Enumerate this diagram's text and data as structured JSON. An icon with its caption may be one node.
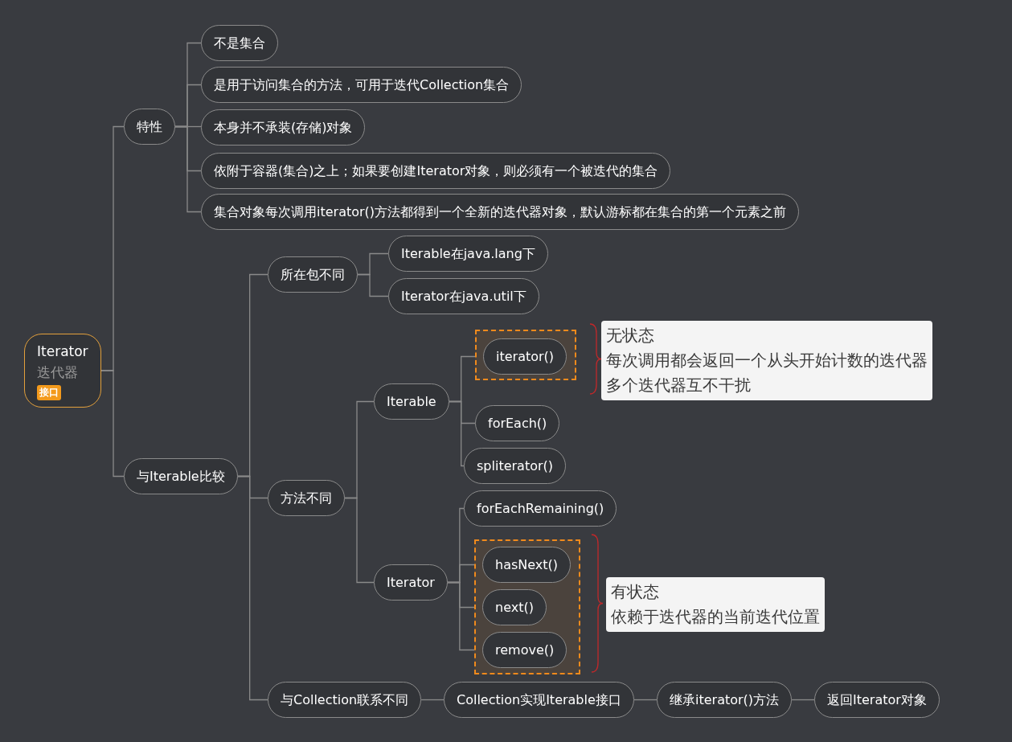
{
  "diagram": {
    "nodes": [
      {
        "text": [
          "Iterator",
          "迭代器",
          "接口"
        ]
      },
      {
        "text": [
          "特性"
        ]
      },
      {
        "text": [
          "不是集合"
        ]
      },
      {
        "text": [
          "是用于访问集合的方法，可用于迭代Collection集合"
        ]
      },
      {
        "text": [
          "本身并不承装(存储)对象"
        ]
      },
      {
        "text": [
          "依附于容器(集合)之上；如果要创建Iterator对象，则必须有一个被迭代的集合"
        ]
      },
      {
        "text": [
          "集合对象每次调用iterator()方法都得到一个全新的迭代器对象，默认游标都在集合的第一个元素之前"
        ]
      },
      {
        "text": [
          "与Iterable比较"
        ]
      },
      {
        "text": [
          "所在包不同"
        ]
      },
      {
        "text": [
          "Iterable在java.lang下"
        ]
      },
      {
        "text": [
          "Iterator在java.util下"
        ]
      },
      {
        "text": [
          "方法不同"
        ]
      },
      {
        "text": [
          "Iterable"
        ]
      },
      {
        "text": [],
        "shape": "box"
      },
      {
        "text": [
          "iterator()"
        ],
        "in": 13
      },
      {
        "text": [
          "forEach()"
        ]
      },
      {
        "text": [
          "spliterator()"
        ]
      },
      {
        "text": [
          "Iterator"
        ]
      },
      {
        "text": [
          "forEachRemaining()"
        ]
      },
      {
        "text": [],
        "shape": "box"
      },
      {
        "text": [
          "hasNext()"
        ],
        "in": 19
      },
      {
        "text": [
          "next()"
        ],
        "in": 19
      },
      {
        "text": [
          "remove()"
        ],
        "in": 19
      },
      {
        "text": [
          "与Collection联系不同"
        ]
      },
      {
        "text": [
          "Collection实现Iterable接口"
        ]
      },
      {
        "text": [
          "继承iterator()方法"
        ]
      },
      {
        "text": [
          "返回Iterator对象"
        ]
      },
      {
        "text": [
          "无状态",
          "每次调用都会返回一个从头开始计数的迭代器",
          "多个迭代器互不干扰"
        ]
      },
      {
        "text": [
          "有状态",
          "依赖于迭代器的当前迭代位置"
        ]
      }
    ],
    "edges": [
      {
        "from": 0,
        "to": 1,
        "arrow": "none"
      },
      {
        "from": 0,
        "to": 7,
        "arrow": "none"
      },
      {
        "from": 1,
        "to": 2,
        "arrow": "none"
      },
      {
        "from": 1,
        "to": 3,
        "arrow": "none"
      },
      {
        "from": 1,
        "to": 4,
        "arrow": "none"
      },
      {
        "from": 1,
        "to": 5,
        "arrow": "none"
      },
      {
        "from": 1,
        "to": 6,
        "arrow": "none"
      },
      {
        "from": 7,
        "to": 8,
        "arrow": "none"
      },
      {
        "from": 7,
        "to": 11,
        "arrow": "none"
      },
      {
        "from": 7,
        "to": 23,
        "arrow": "none"
      },
      {
        "from": 8,
        "to": 9,
        "arrow": "none"
      },
      {
        "from": 8,
        "to": 10,
        "arrow": "none"
      },
      {
        "from": 11,
        "to": 12,
        "arrow": "none"
      },
      {
        "from": 11,
        "to": 17,
        "arrow": "none"
      },
      {
        "from": 12,
        "to": 14,
        "arrow": "none"
      },
      {
        "from": 12,
        "to": 15,
        "arrow": "none"
      },
      {
        "from": 12,
        "to": 16,
        "arrow": "none"
      },
      {
        "from": 17,
        "to": 18,
        "arrow": "none"
      },
      {
        "from": 17,
        "to": 20,
        "arrow": "none"
      },
      {
        "from": 17,
        "to": 21,
        "arrow": "none"
      },
      {
        "from": 17,
        "to": 22,
        "arrow": "none"
      },
      {
        "from": 23,
        "to": 24,
        "arrow": "none"
      },
      {
        "from": 24,
        "to": 25,
        "arrow": "none"
      },
      {
        "from": 25,
        "to": 26,
        "arrow": "none"
      }
    ]
  }
}
